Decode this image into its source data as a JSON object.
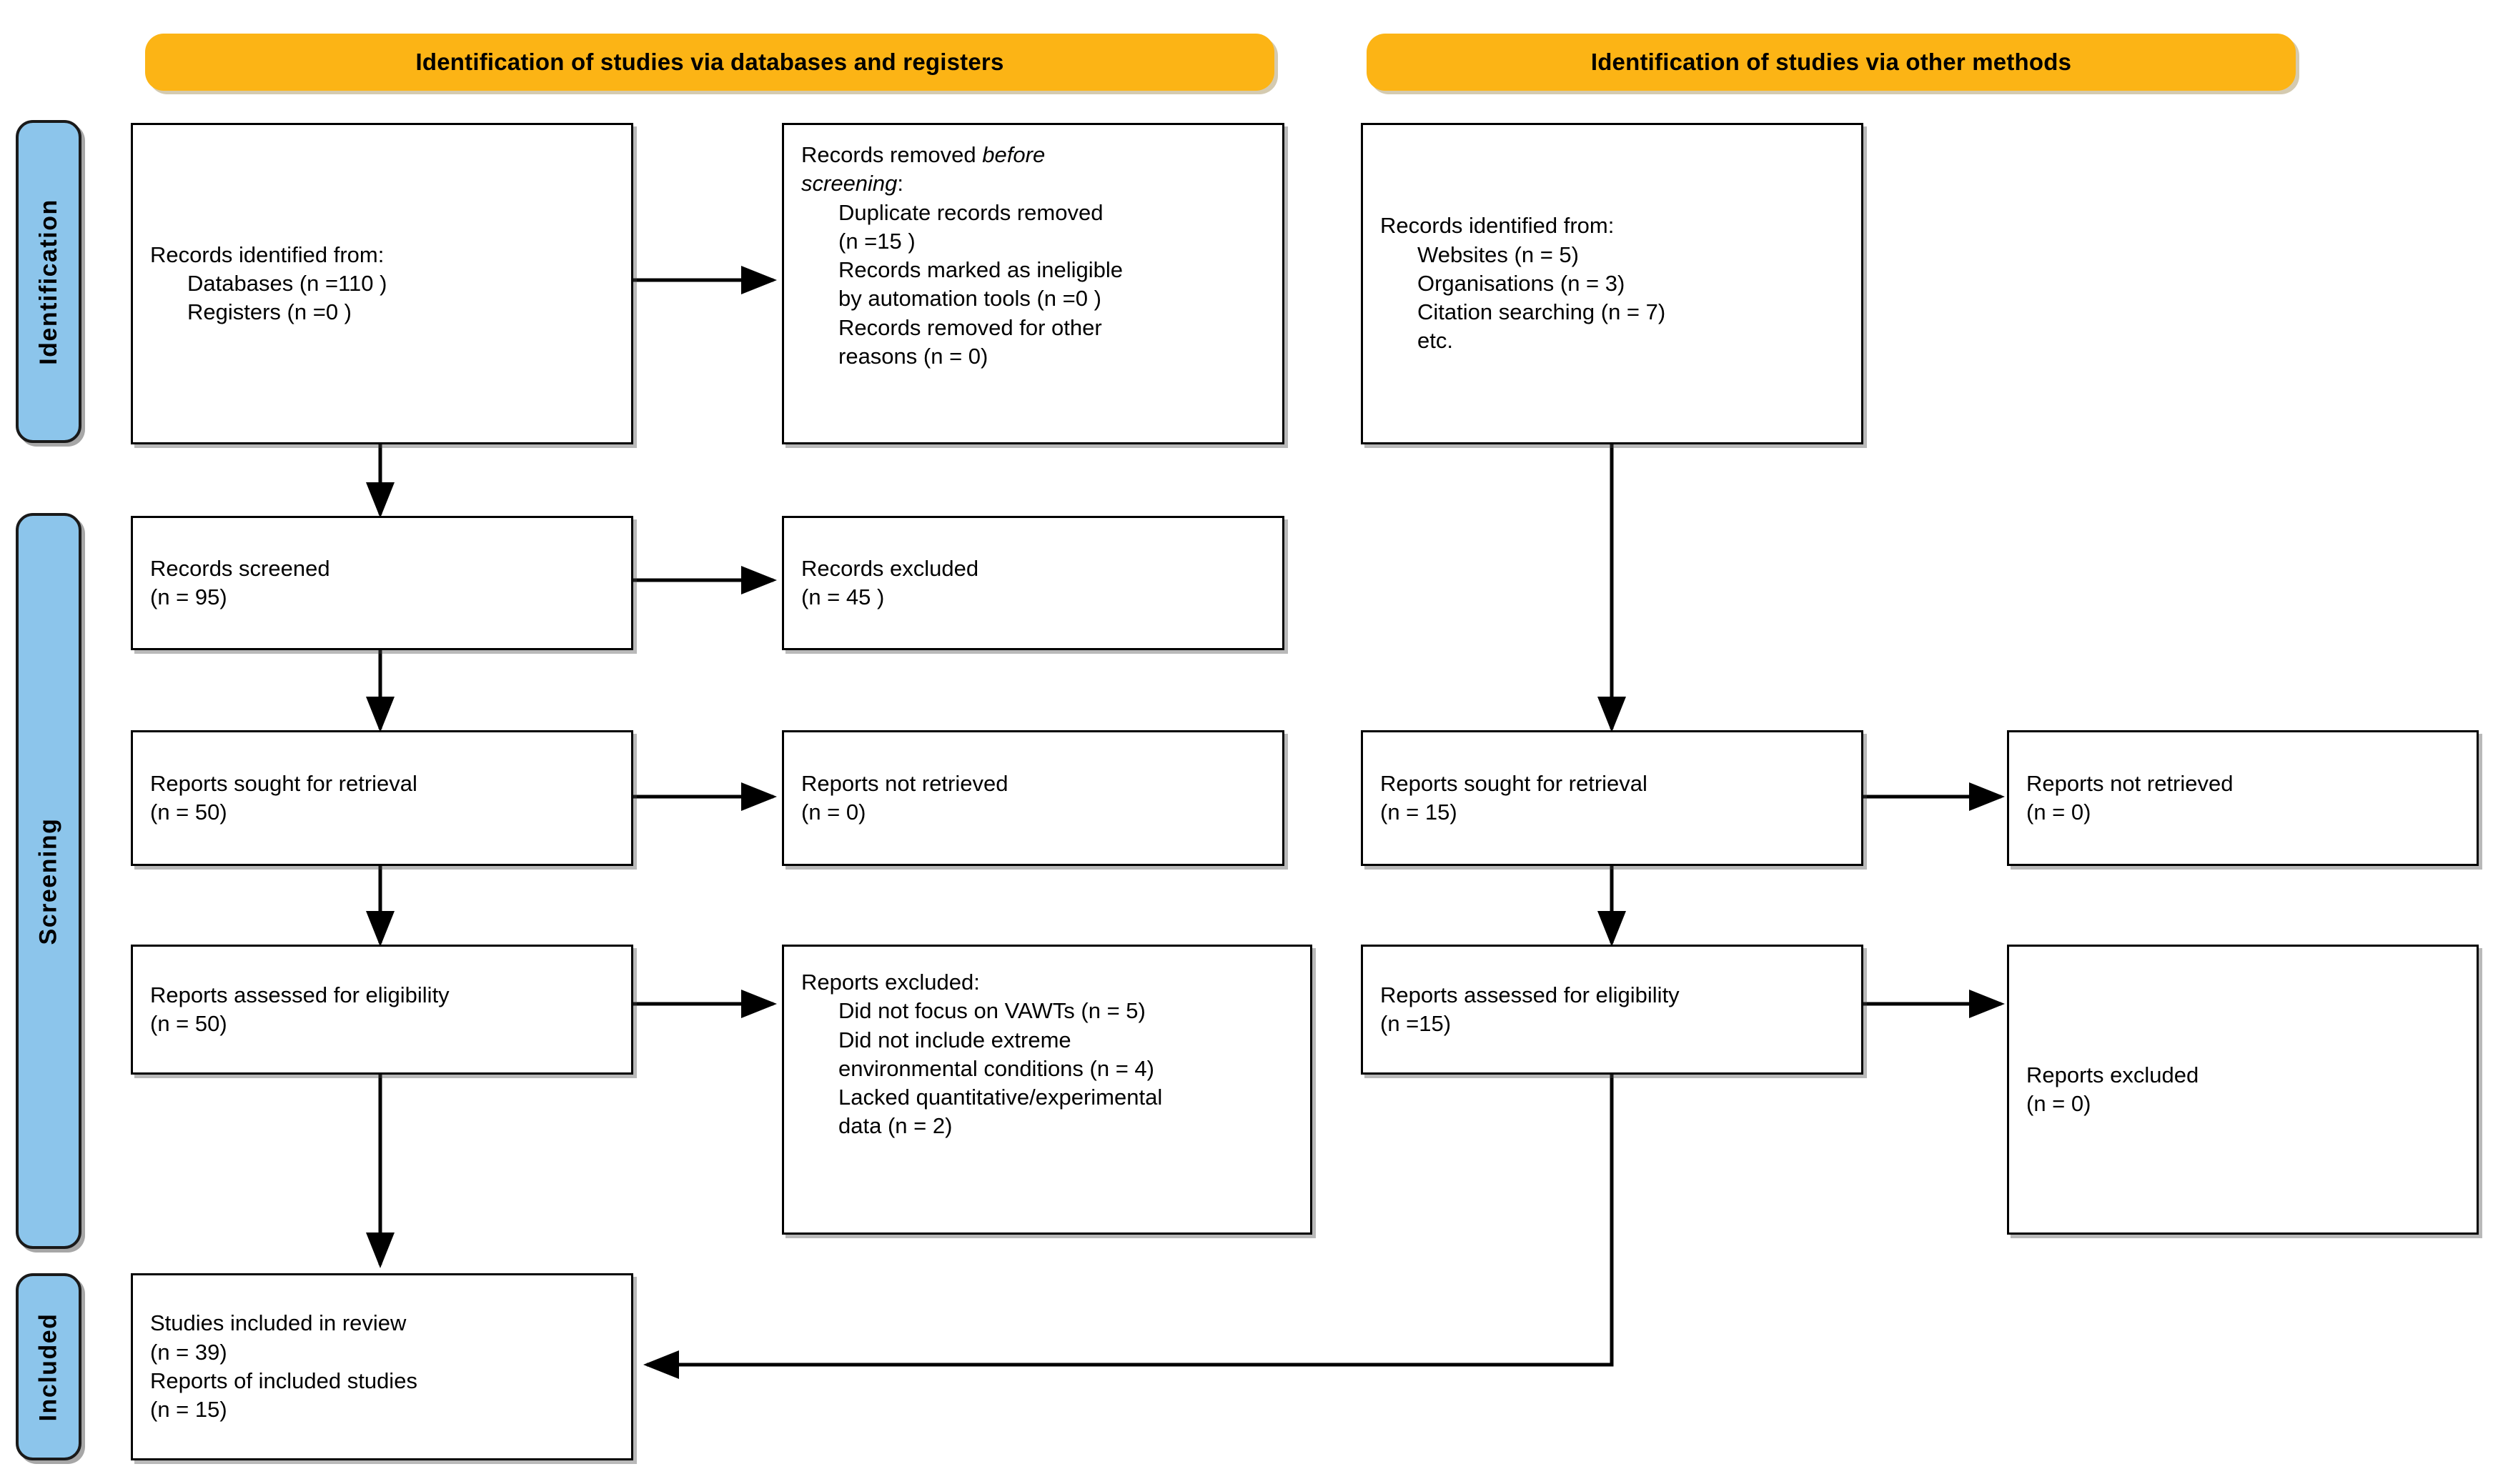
{
  "diagram": {
    "title": "PRISMA 2020 flow diagram",
    "accent_orange": "#FCB415",
    "accent_blue": "#8CC5EB",
    "border_color": "#000000"
  },
  "headers": {
    "databases": "Identification of studies via databases and registers",
    "other": "Identification of studies via other methods"
  },
  "stages": {
    "identification": "Identification",
    "screening": "Screening",
    "included": "Included"
  },
  "boxes": {
    "records_identified": {
      "l1": "Records identified from:",
      "l2": "Databases (n =110 )",
      "l3": "Registers (n =0 )"
    },
    "records_removed": {
      "l1a": "Records removed ",
      "l1b": "before",
      "l2a": "screening",
      "l2b": ":",
      "l3": "Duplicate records removed",
      "l4": "(n =15 )",
      "l5": "Records marked as ineligible",
      "l6": "by automation tools (n =0 )",
      "l7": "Records removed for other",
      "l8": "reasons (n = 0)"
    },
    "records_screened": {
      "l1": "Records screened",
      "l2": "(n = 95)"
    },
    "records_excluded": {
      "l1": "Records excluded",
      "l2": "(n = 45 )"
    },
    "reports_sought_left": {
      "l1": "Reports sought for retrieval",
      "l2": "(n = 50)"
    },
    "reports_not_retrieved_left": {
      "l1": "Reports not retrieved",
      "l2": "(n = 0)"
    },
    "reports_assessed_left": {
      "l1": "Reports assessed for eligibility",
      "l2": "(n = 50)"
    },
    "reports_excluded_reasons": {
      "l1": "Reports excluded:",
      "l2": "Did not focus on VAWTs (n = 5)",
      "l3": "Did not include extreme",
      "l4": "environmental conditions (n = 4)",
      "l5": "Lacked quantitative/experimental",
      "l6": "data (n = 2)"
    },
    "studies_included": {
      "l1": "Studies included in review",
      "l2": "(n = 39)",
      "l3": "Reports of included studies",
      "l4": "(n = 15)"
    },
    "records_identified_other": {
      "l1": "Records identified from:",
      "l2": "Websites (n = 5)",
      "l3": "Organisations (n = 3)",
      "l4": "Citation searching (n = 7)",
      "l5": "etc."
    },
    "reports_sought_right": {
      "l1": "Reports sought for retrieval",
      "l2": "(n = 15)"
    },
    "reports_not_retrieved_right": {
      "l1": "Reports not retrieved",
      "l2": "(n = 0)"
    },
    "reports_assessed_right": {
      "l1": "Reports assessed for eligibility",
      "l2": "(n =15)"
    },
    "reports_excluded_right": {
      "l1": "Reports excluded",
      "l2": "(n = 0)"
    }
  },
  "chart_data": {
    "type": "flow",
    "title": "PRISMA 2020 flow diagram",
    "branches": [
      {
        "name": "Identification of studies via databases and registers",
        "nodes": [
          {
            "label": "Records identified from: Databases",
            "n": 110
          },
          {
            "label": "Records identified from: Registers",
            "n": 0
          },
          {
            "label": "Duplicate records removed",
            "n": 15
          },
          {
            "label": "Records marked as ineligible by automation tools",
            "n": 0
          },
          {
            "label": "Records removed for other reasons",
            "n": 0
          },
          {
            "label": "Records screened",
            "n": 95
          },
          {
            "label": "Records excluded",
            "n": 45
          },
          {
            "label": "Reports sought for retrieval",
            "n": 50
          },
          {
            "label": "Reports not retrieved",
            "n": 0
          },
          {
            "label": "Reports assessed for eligibility",
            "n": 50
          },
          {
            "label": "Reports excluded: Did not focus on VAWTs",
            "n": 5
          },
          {
            "label": "Reports excluded: Did not include extreme environmental conditions",
            "n": 4
          },
          {
            "label": "Reports excluded: Lacked quantitative/experimental data",
            "n": 2
          }
        ]
      },
      {
        "name": "Identification of studies via other methods",
        "nodes": [
          {
            "label": "Records identified from: Websites",
            "n": 5
          },
          {
            "label": "Records identified from: Organisations",
            "n": 3
          },
          {
            "label": "Records identified from: Citation searching",
            "n": 7
          },
          {
            "label": "Reports sought for retrieval",
            "n": 15
          },
          {
            "label": "Reports not retrieved",
            "n": 0
          },
          {
            "label": "Reports assessed for eligibility",
            "n": 15
          },
          {
            "label": "Reports excluded",
            "n": 0
          }
        ]
      }
    ],
    "outcome": [
      {
        "label": "Studies included in review",
        "n": 39
      },
      {
        "label": "Reports of included studies",
        "n": 15
      }
    ]
  }
}
